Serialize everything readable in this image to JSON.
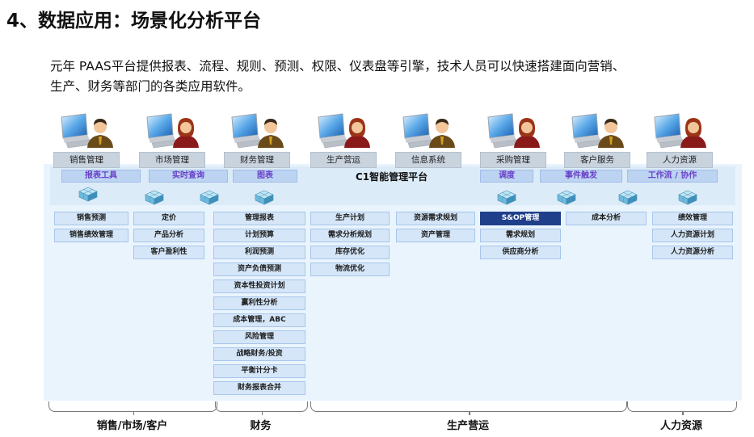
{
  "title": "4、数据应用：场景化分析平台",
  "intro": [
    "元年 PAAS平台提供报表、流程、规则、预测、权限、仪表盘等引擎，技术人员可以快速搭建面向营销、",
    "生产、财务等部门的各类应用软件。"
  ],
  "departments": [
    "销售管理",
    "市场管理",
    "财务管理",
    "生产营运",
    "信息系统",
    "采购管理",
    "客户服务",
    "人力资源"
  ],
  "user_avatars": [
    "male",
    "female",
    "male",
    "female",
    "male",
    "female",
    "male",
    "female"
  ],
  "platform_title": "C1智能管理平台",
  "tools": [
    "报表工具",
    "实时查询",
    "图表",
    "调度",
    "事件触发",
    "工作流 / 协作"
  ],
  "icons": {
    "avatar": "user-computer-icon",
    "module": "module-grid-icon"
  },
  "function_columns": [
    [
      "销售预测",
      "销售绩效管理"
    ],
    [
      "定价",
      "产品分析",
      "客户盈利性"
    ],
    [
      "管理报表",
      "计划预算",
      "利润预测",
      "资产负债预测",
      "资本性投资计划",
      "赢利性分析",
      "成本管理，ABC",
      "风险管理",
      "战略财务/投资",
      "平衡计分卡",
      "财务报表合并"
    ],
    [
      "生产计划",
      "需求分析规划",
      "库存优化",
      "物流优化"
    ],
    [
      "资源需求规划",
      "资产管理"
    ],
    [
      "S&OP管理",
      "需求规划",
      "供应商分析"
    ],
    [
      "成本分析"
    ],
    [
      "绩效管理",
      "人力资源计划",
      "人力资源分析"
    ]
  ],
  "highlight": "S&OP管理",
  "groups": [
    "销售/市场/客户",
    "财务",
    "生产营运",
    "人力资源"
  ],
  "colors": {
    "highlight": "#1f3f8a",
    "tool_text": "#6a40c8",
    "panel": "#eaf4fd"
  }
}
